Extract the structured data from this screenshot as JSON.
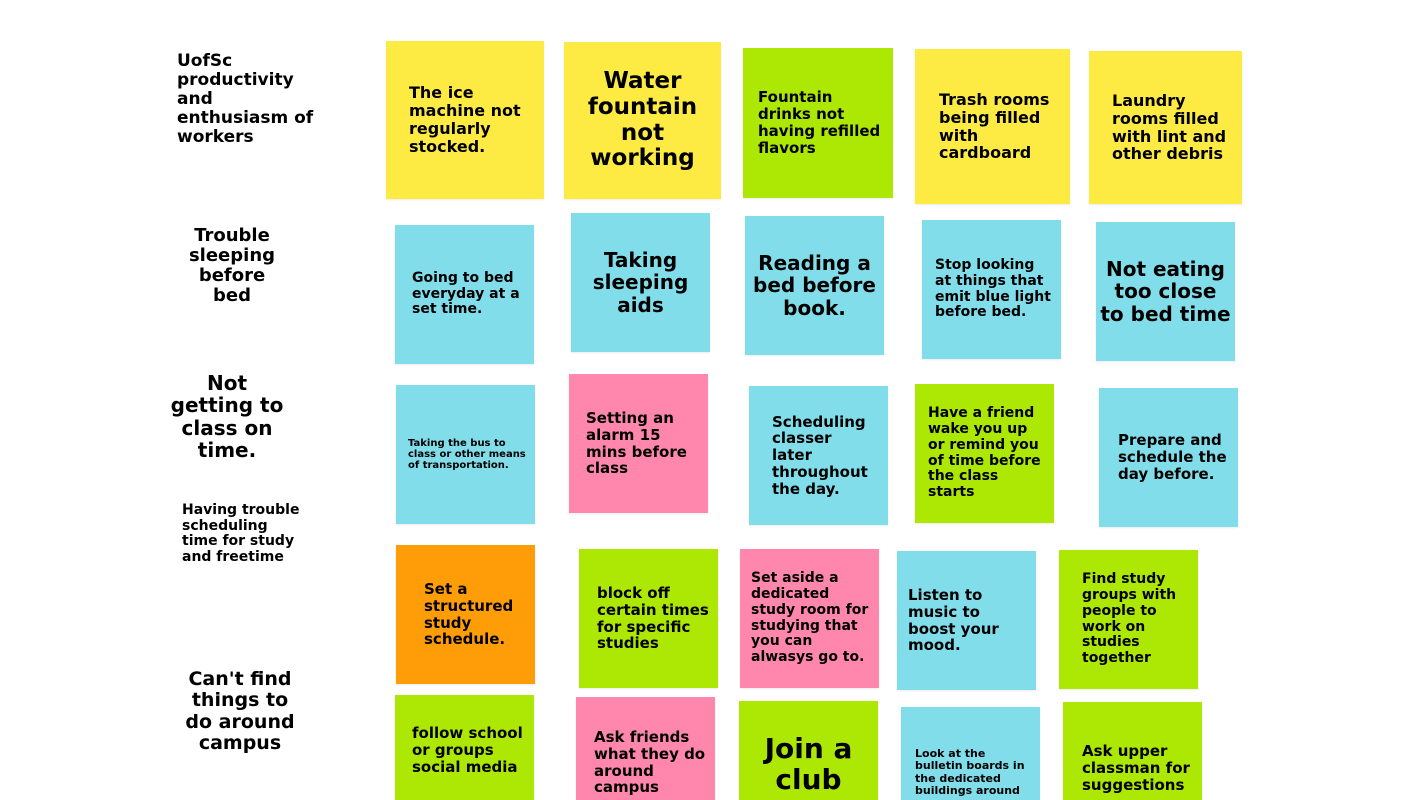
{
  "colors": {
    "yellow": "#FDEB44",
    "green": "#ADE805",
    "blue": "#80DDE9",
    "pink": "#FF87AE",
    "orange": "#FF9D08",
    "background": "#FFFFFF"
  },
  "rows": [
    {
      "label": "UofSc productivity and enthusiasm of workers",
      "notes": [
        {
          "text": "The ice machine not regularly stocked.",
          "color": "yellow"
        },
        {
          "text": "Water fountain not working",
          "color": "yellow"
        },
        {
          "text": "Fountain drinks not having refilled flavors",
          "color": "green"
        },
        {
          "text": "Trash rooms being filled with cardboard",
          "color": "yellow"
        },
        {
          "text": "Laundry rooms filled with lint and other debris",
          "color": "yellow"
        }
      ]
    },
    {
      "label": "Trouble sleeping before bed",
      "notes": [
        {
          "text": "Going to bed everyday at a set time.",
          "color": "blue"
        },
        {
          "text": "Taking sleeping aids",
          "color": "blue"
        },
        {
          "text": "Reading a bed before book.",
          "color": "blue"
        },
        {
          "text": "Stop looking at things that emit blue light before bed.",
          "color": "blue"
        },
        {
          "text": "Not eating too close to bed time",
          "color": "blue"
        }
      ]
    },
    {
      "label": "Not getting to class on time.",
      "notes": [
        {
          "text": "Taking the bus to class or other means of transportation.",
          "color": "blue"
        },
        {
          "text": "Setting an alarm 15 mins before class",
          "color": "pink"
        },
        {
          "text": "Scheduling classer later throughout the day.",
          "color": "blue"
        },
        {
          "text": "Have a friend wake you up or remind you of time before the class starts",
          "color": "green"
        },
        {
          "text": "Prepare and schedule the day before.",
          "color": "blue"
        }
      ]
    },
    {
      "label": "Having trouble scheduling time for study and freetime",
      "notes": [
        {
          "text": "Set a structured study schedule.",
          "color": "orange"
        },
        {
          "text": "block off certain times for specific studies",
          "color": "green"
        },
        {
          "text": "Set aside a dedicated study room for studying that you can alwasys go to.",
          "color": "pink"
        },
        {
          "text": "Listen to music to boost your mood.",
          "color": "blue"
        },
        {
          "text": "Find study groups with people to work on studies together",
          "color": "green"
        }
      ]
    },
    {
      "label": "Can't find things to do around campus",
      "notes": [
        {
          "text": "follow school or groups social media",
          "color": "green"
        },
        {
          "text": "Ask friends what they do around campus",
          "color": "pink"
        },
        {
          "text": "Join a club",
          "color": "green"
        },
        {
          "text": "Look at the bulletin boards in the dedicated buildings around campus.",
          "color": "blue"
        },
        {
          "text": "Ask upper classman for suggestions",
          "color": "green"
        }
      ]
    }
  ]
}
